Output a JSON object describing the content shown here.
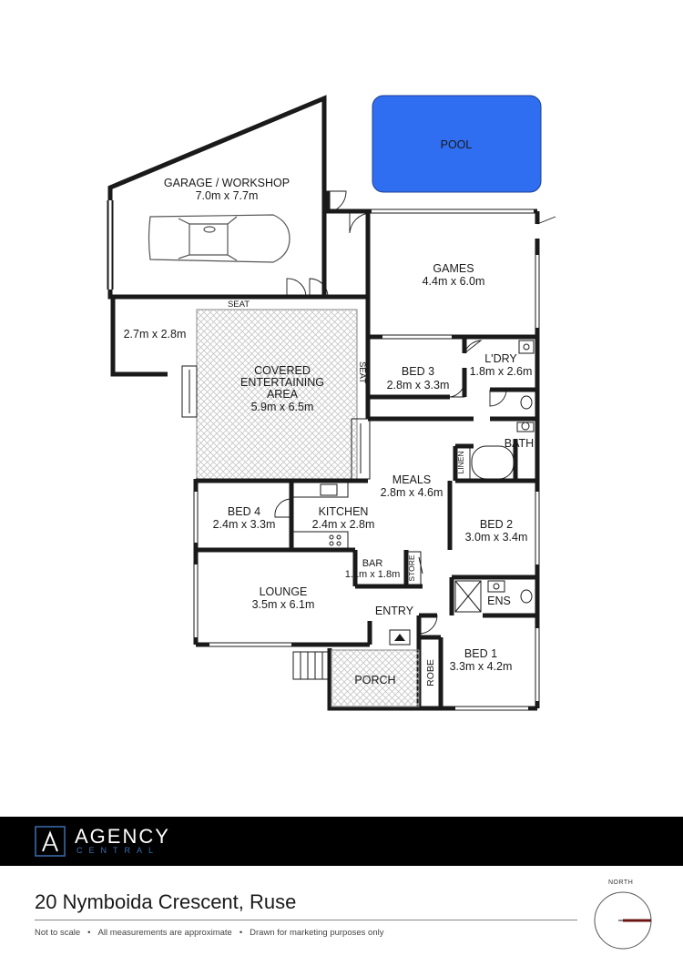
{
  "rooms": {
    "pool": "POOL",
    "garage": {
      "name": "GARAGE / WORKSHOP",
      "size": "7.0m x 7.7m"
    },
    "store_shed": {
      "size": "2.7m x 2.8m"
    },
    "games": {
      "name": "GAMES",
      "size": "4.4m x 6.0m"
    },
    "covered": {
      "line1": "COVERED",
      "line2": "ENTERTAINING",
      "line3": "AREA",
      "size": "5.9m x 6.5m"
    },
    "bed3": {
      "name": "BED 3",
      "size": "2.8m x 3.3m"
    },
    "laundry": {
      "name": "L'DRY",
      "size": "1.8m x 2.6m"
    },
    "bath": {
      "name": "BATH"
    },
    "linen": "LINEN",
    "meals": {
      "name": "MEALS",
      "size": "2.8m x 4.6m"
    },
    "bed4": {
      "name": "BED 4",
      "size": "2.4m x 3.3m"
    },
    "kitchen": {
      "name": "KITCHEN",
      "size": "2.4m x 2.8m"
    },
    "bed2": {
      "name": "BED 2",
      "size": "3.0m x 3.4m"
    },
    "bar": {
      "name": "BAR",
      "size": "1.1m x 1.8m"
    },
    "store": "STORE",
    "ens": "ENS",
    "lounge": {
      "name": "LOUNGE",
      "size": "3.5m x 6.1m"
    },
    "entry": "ENTRY",
    "bed1": {
      "name": "BED 1",
      "size": "3.3m x 4.2m"
    },
    "robe": "ROBE",
    "porch": "PORCH",
    "seat_top": "SEAT",
    "seat_side": "SEAT"
  },
  "brand": {
    "name": "AGENCY",
    "sub": "CENTRAL"
  },
  "address": "20 Nymboida Crescent, Ruse",
  "footnote": {
    "a": "Not to scale",
    "b": "All measurements are approximate",
    "c": "Drawn for marketing purposes only",
    "sep": "•"
  },
  "compass": {
    "label": "NORTH"
  },
  "colors": {
    "wall": "#1a1a1a",
    "pool": "#2f6ef0",
    "hatch": "#bdbdbd",
    "banner": "#000000",
    "brand_accent": "#3a6fb0"
  }
}
